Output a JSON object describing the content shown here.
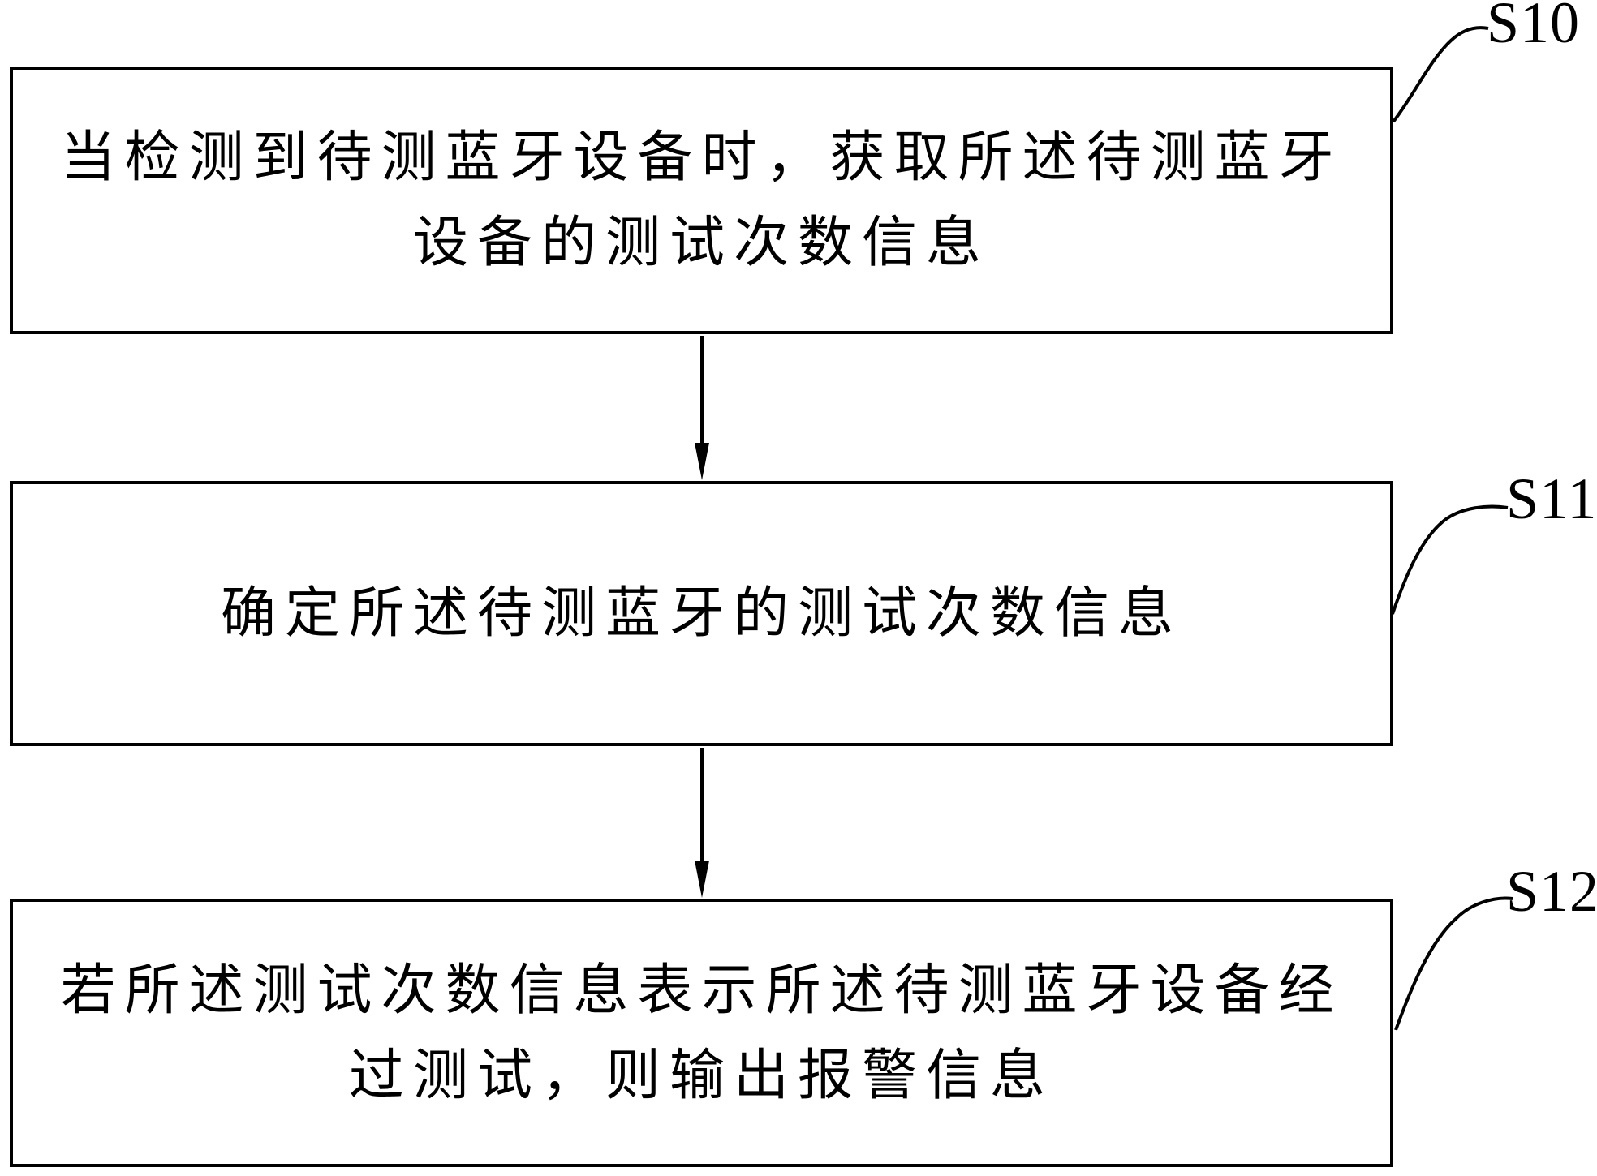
{
  "figure_type": "flowchart",
  "colors": {
    "background": "#ffffff",
    "line": "#000000",
    "text": "#000000"
  },
  "boxes": [
    {
      "step_label": "S10",
      "lines": [
        "当检测到待测蓝牙设备时，获取所述待测蓝牙",
        "设备的测试次数信息"
      ]
    },
    {
      "step_label": "S11",
      "lines": [
        "确定所述待测蓝牙的测试次数信息"
      ]
    },
    {
      "step_label": "S12",
      "lines": [
        "若所述测试次数信息表示所述待测蓝牙设备经",
        "过测试，则输出报警信息"
      ]
    }
  ],
  "connectors": [
    {
      "type": "arrow-down",
      "from": "S10",
      "to": "S11"
    },
    {
      "type": "arrow-down",
      "from": "S11",
      "to": "S12"
    },
    {
      "type": "leader-curve",
      "attaches": "S10"
    },
    {
      "type": "leader-curve",
      "attaches": "S11"
    },
    {
      "type": "leader-curve",
      "attaches": "S12"
    }
  ]
}
